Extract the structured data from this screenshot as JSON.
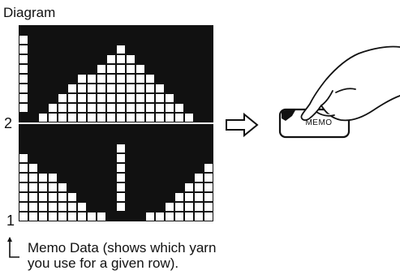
{
  "title": "Diagram",
  "row_label_top": "2",
  "row_label_bottom": "1",
  "button_label": "MEMO",
  "note_line1": "Memo Data (shows which yarn",
  "note_line2": "you use for a given row).",
  "colors": {
    "ink": "#111111",
    "paper": "#ffffff"
  },
  "icons": {
    "arrow": "outline-right-arrow-icon",
    "hand": "pressing-hand-icon"
  },
  "grid": {
    "columns": 20,
    "row_count": 20,
    "separator_after_row": 9,
    "dark_cells": [
      [
        0,
        1,
        2,
        3,
        4,
        5,
        6,
        7,
        8,
        9,
        10,
        11,
        12,
        13,
        14,
        15,
        16,
        17,
        18,
        19
      ],
      [
        1,
        2,
        3,
        4,
        5,
        6,
        7,
        8,
        9,
        10,
        11,
        12,
        13,
        14,
        15,
        16,
        17,
        18,
        19
      ],
      [
        1,
        2,
        3,
        4,
        5,
        6,
        7,
        8,
        9,
        11,
        12,
        13,
        14,
        15,
        16,
        17,
        18,
        19
      ],
      [
        1,
        2,
        3,
        4,
        5,
        6,
        7,
        8,
        12,
        13,
        14,
        15,
        16,
        17,
        18,
        19
      ],
      [
        1,
        2,
        3,
        4,
        5,
        6,
        7,
        13,
        14,
        15,
        16,
        17,
        18,
        19
      ],
      [
        1,
        2,
        3,
        4,
        5,
        14,
        15,
        16,
        17,
        18,
        19
      ],
      [
        1,
        2,
        3,
        4,
        15,
        16,
        17,
        18,
        19
      ],
      [
        1,
        2,
        3,
        16,
        17,
        18,
        19
      ],
      [
        1,
        2,
        17,
        18,
        19
      ],
      [
        0,
        1,
        18,
        19
      ],
      [
        0,
        1,
        2,
        3,
        4,
        5,
        6,
        7,
        8,
        9,
        10,
        11,
        12,
        13,
        14,
        15,
        16,
        17,
        18,
        19
      ],
      [
        0,
        1,
        2,
        3,
        4,
        5,
        6,
        7,
        8,
        9,
        10,
        11,
        12,
        13,
        14,
        15,
        16,
        17,
        18,
        19
      ],
      [
        0,
        1,
        2,
        3,
        4,
        5,
        6,
        7,
        8,
        9,
        11,
        12,
        13,
        14,
        15,
        16,
        17,
        18,
        19
      ],
      [
        1,
        2,
        3,
        4,
        5,
        6,
        7,
        8,
        9,
        11,
        12,
        13,
        14,
        15,
        16,
        17,
        18,
        19
      ],
      [
        2,
        3,
        4,
        5,
        6,
        7,
        8,
        9,
        11,
        12,
        13,
        14,
        15,
        16,
        17,
        18
      ],
      [
        4,
        5,
        6,
        7,
        8,
        9,
        11,
        12,
        13,
        14,
        15,
        16,
        17
      ],
      [
        5,
        6,
        7,
        8,
        9,
        11,
        12,
        13,
        14,
        15,
        16
      ],
      [
        6,
        7,
        8,
        9,
        11,
        12,
        13,
        14,
        15
      ],
      [
        7,
        8,
        9,
        11,
        12,
        13,
        14
      ],
      [
        9,
        10,
        11,
        12
      ]
    ]
  }
}
